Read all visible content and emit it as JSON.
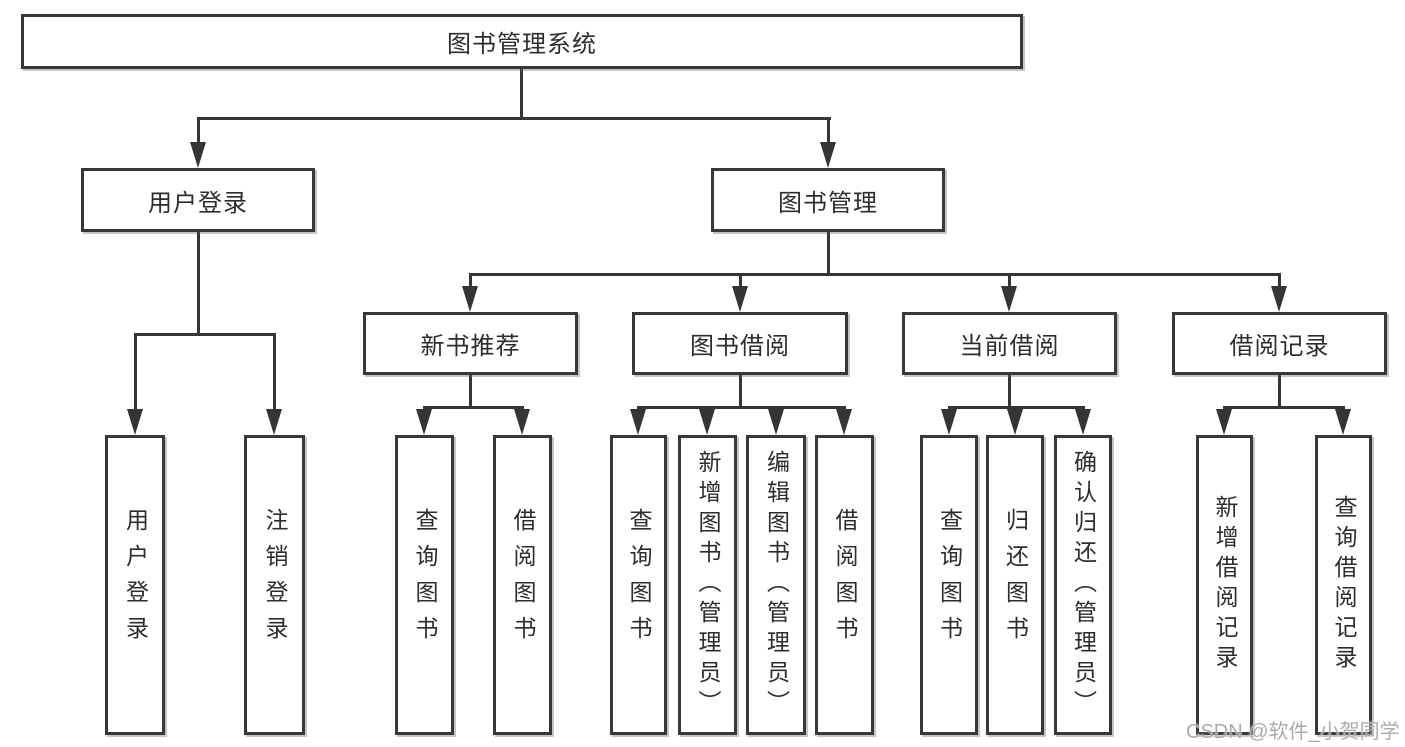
{
  "diagram": {
    "root": {
      "label": "图书管理系统"
    },
    "level2": [
      {
        "label": "用户登录"
      },
      {
        "label": "图书管理"
      }
    ],
    "level3": [
      {
        "label": "新书推荐"
      },
      {
        "label": "图书借阅"
      },
      {
        "label": "当前借阅"
      },
      {
        "label": "借阅记录"
      }
    ],
    "leaves": [
      {
        "label": "用户登录"
      },
      {
        "label": "注销登录"
      },
      {
        "label": "查询图书"
      },
      {
        "label": "借阅图书"
      },
      {
        "label": "查询图书"
      },
      {
        "label": "新增图书（管理员）"
      },
      {
        "label": "编辑图书（管理员）"
      },
      {
        "label": "借阅图书"
      },
      {
        "label": "查询图书"
      },
      {
        "label": "归还图书"
      },
      {
        "label": "确认归还（管理员）"
      },
      {
        "label": "新增借阅记录"
      },
      {
        "label": "查询借阅记录"
      }
    ],
    "colors": {
      "line": "#353535",
      "border": "#383838",
      "text": "#2d2d2d",
      "watermark": "#a8a8a8"
    }
  },
  "watermark": {
    "text": "CSDN @软件_小贺同学"
  }
}
